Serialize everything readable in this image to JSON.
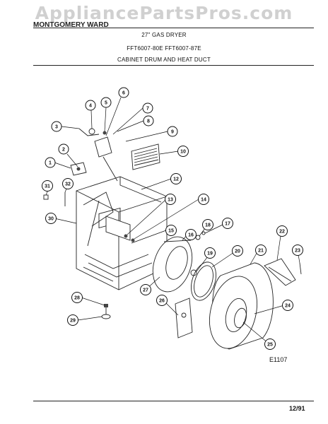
{
  "watermark": "AppliancePartsPros.com",
  "brand": "MONTGOMERY WARD",
  "header": {
    "line1": "27\" GAS DRYER",
    "line2": "FFT6007-80E FFT6007-87E",
    "line3": "CABINET DRUM AND HEAT DUCT"
  },
  "diagram_code": "E1107",
  "date": "12/91",
  "callouts": [
    {
      "id": "1",
      "label": "1"
    },
    {
      "id": "2",
      "label": "2"
    },
    {
      "id": "3",
      "label": "3"
    },
    {
      "id": "4",
      "label": "4"
    },
    {
      "id": "5",
      "label": "5"
    },
    {
      "id": "6",
      "label": "6"
    },
    {
      "id": "7",
      "label": "7"
    },
    {
      "id": "8",
      "label": "8"
    },
    {
      "id": "9",
      "label": "9"
    },
    {
      "id": "10",
      "label": "10"
    },
    {
      "id": "12",
      "label": "12"
    },
    {
      "id": "13",
      "label": "13"
    },
    {
      "id": "14",
      "label": "14"
    },
    {
      "id": "15",
      "label": "15"
    },
    {
      "id": "16",
      "label": "16"
    },
    {
      "id": "17",
      "label": "17"
    },
    {
      "id": "18",
      "label": "18"
    },
    {
      "id": "19",
      "label": "19"
    },
    {
      "id": "20",
      "label": "20"
    },
    {
      "id": "21",
      "label": "21"
    },
    {
      "id": "22",
      "label": "22"
    },
    {
      "id": "23",
      "label": "23"
    },
    {
      "id": "24",
      "label": "24"
    },
    {
      "id": "25",
      "label": "25"
    },
    {
      "id": "26",
      "label": "26"
    },
    {
      "id": "27",
      "label": "27"
    },
    {
      "id": "28",
      "label": "28"
    },
    {
      "id": "29",
      "label": "29"
    },
    {
      "id": "30",
      "label": "30"
    },
    {
      "id": "31",
      "label": "31"
    },
    {
      "id": "32",
      "label": "32"
    }
  ]
}
